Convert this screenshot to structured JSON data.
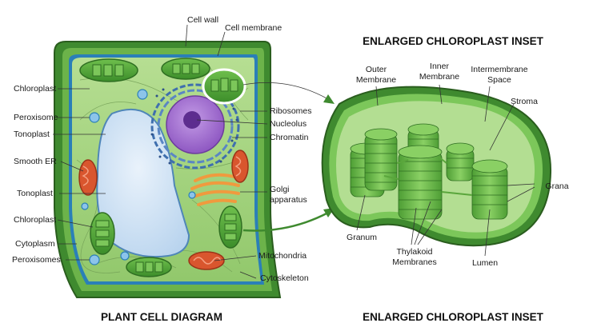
{
  "plant_cell": {
    "title": "PLANT CELL DIAGRAM",
    "labels": {
      "cell_wall": "Cell wall",
      "cell_membrane": "Cell membrane",
      "chloroplast_top": "Chloroplast",
      "peroxisome": "Peroxisome",
      "tonoplast_top": "Tonoplast",
      "smooth_er": "Smooth ER",
      "tonoplast_mid": "Tonoplast",
      "chloroplast_bottom": "Chloroplast",
      "cytoplasm": "Cytoplasm",
      "peroxisomes": "Peroxisomes",
      "ribosomes": "Ribosomes",
      "nucleolus": "Nucleolus",
      "chromatin": "Chromatin",
      "golgi_line1": "Golgi",
      "golgi_line2": "apparatus",
      "mitochondria": "Mitochondria",
      "cytoskeleton": "Cytoskeleton"
    }
  },
  "chloroplast_inset": {
    "title_top": "ENLARGED CHLOROPLAST INSET",
    "title_bottom": "ENLARGED CHLOROPLAST INSET",
    "labels": {
      "outer_line1": "Outer",
      "outer_line2": "Membrane",
      "inner_line1": "Inner",
      "inner_line2": "Membrane",
      "intermembrane_line1": "Intermembrane",
      "intermembrane_line2": "Space",
      "stroma": "Stroma",
      "grana": "Grana",
      "granum": "Granum",
      "thylakoid_line1": "Thylakoid",
      "thylakoid_line2": "Membranes",
      "lumen": "Lumen"
    }
  },
  "colors": {
    "cell_wall": "#3f8a2f",
    "cytoplasm": "#9fd07a",
    "membrane": "#2a7fb8",
    "vacuole": "#cfe3f4",
    "nucleus": "#9a63c9",
    "chloroplast": "#53a83a",
    "mitochondria": "#d9562e",
    "golgi": "#f09a3e"
  }
}
